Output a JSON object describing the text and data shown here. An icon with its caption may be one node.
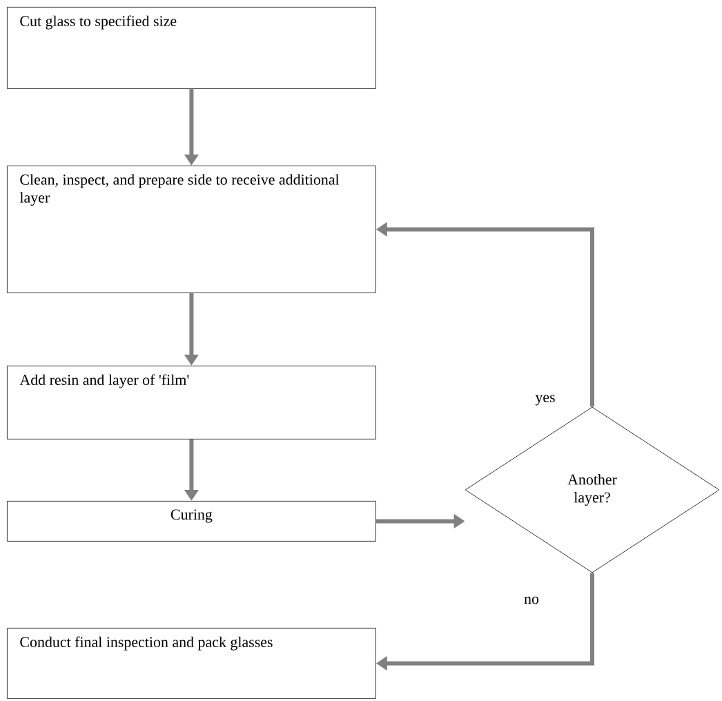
{
  "diagram": {
    "nodes": [
      {
        "text": [
          "Cut glass to specified size"
        ]
      },
      {
        "text": [
          "Clean, inspect, and prepare side to receive additional layer"
        ]
      },
      {
        "text": [
          "Add resin and layer of 'film'"
        ]
      },
      {
        "text": [
          "Curing"
        ]
      },
      {
        "text": [
          "Another layer?"
        ]
      },
      {
        "text": [
          "Conduct final inspection and pack glasses"
        ]
      }
    ],
    "edges": [
      {
        "from": 0,
        "to": 1,
        "arrow": "to"
      },
      {
        "from": 1,
        "to": 2,
        "arrow": "to"
      },
      {
        "from": 2,
        "to": 3,
        "arrow": "to"
      },
      {
        "from": 3,
        "to": 4,
        "arrow": "to"
      },
      {
        "from": 4,
        "to": 1,
        "arrow": "to",
        "label": "yes"
      },
      {
        "from": 4,
        "to": 5,
        "arrow": "to",
        "label": "no"
      }
    ]
  }
}
